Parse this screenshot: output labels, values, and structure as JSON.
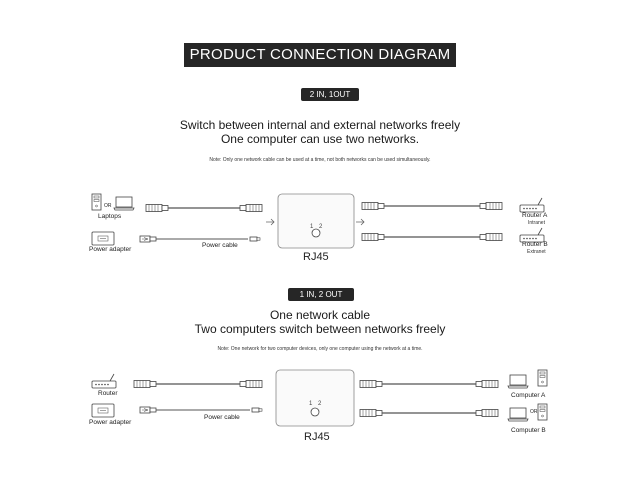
{
  "header": {
    "title": "PRODUCT CONNECTION DIAGRAM"
  },
  "section1": {
    "badge": "2 IN, 1OUT",
    "line1": "Switch between internal and external networks freely",
    "line2": "One computer can use two networks.",
    "note": "Note: Only one network cable can be used at a time, not both networks can be used simultaneously.",
    "labels": {
      "or": "OR",
      "laptops": "Laptops",
      "power_adapter": "Power adapter",
      "power_cable": "Power cable",
      "switch": "RJ45",
      "router_a": "Router A",
      "router_a_sub": "Intranet",
      "router_b": "Router B",
      "router_b_sub": "Extranet"
    }
  },
  "section2": {
    "badge": "1 IN, 2 OUT",
    "line1": "One network cable",
    "line2": "Two computers switch between networks freely",
    "note": "Note: One network for two computer devices, only one computer using the network at a time.",
    "labels": {
      "router": "Router",
      "power_adapter": "Power adapter",
      "power_cable": "Power cable",
      "switch": "RJ45",
      "computer_a": "Computer A",
      "computer_b": "Computer B",
      "or": "OR"
    }
  }
}
